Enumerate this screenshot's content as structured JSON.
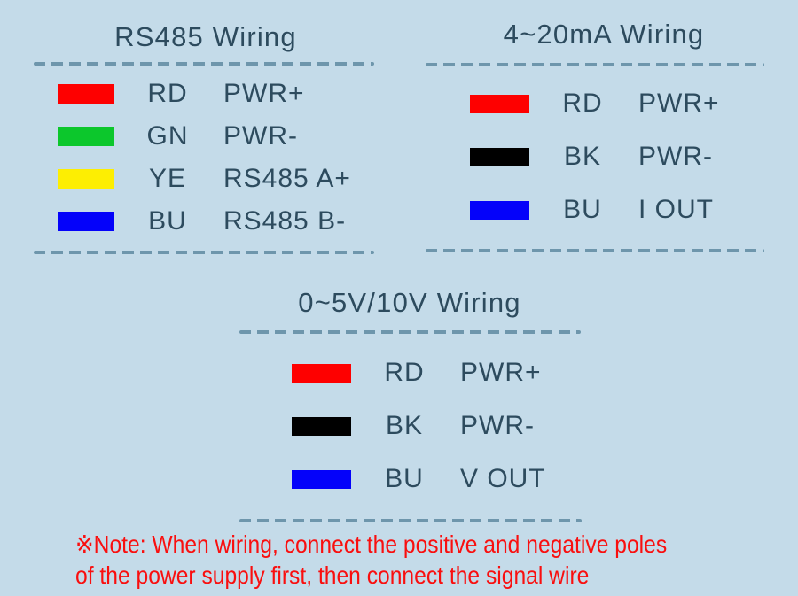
{
  "colors": {
    "background": "#c4dbe9",
    "text": "#2d4b5e",
    "divider": "#6e96ac",
    "note_text": "#f90f0f",
    "wire_red": "#fe0000",
    "wire_green": "#0cc72c",
    "wire_yellow": "#fdee02",
    "wire_blue": "#0402fa",
    "wire_black": "#000000"
  },
  "sections": [
    {
      "title": "RS485 Wiring",
      "rows": [
        {
          "color_name": "red",
          "color": "#fe0000",
          "code": "RD",
          "signal": "PWR+"
        },
        {
          "color_name": "green",
          "color": "#0cc72c",
          "code": "GN",
          "signal": "PWR-"
        },
        {
          "color_name": "yellow",
          "color": "#fdee02",
          "code": "YE",
          "signal": "RS485 A+"
        },
        {
          "color_name": "blue",
          "color": "#0402fa",
          "code": "BU",
          "signal": "RS485 B-"
        }
      ]
    },
    {
      "title": "4~20mA Wiring",
      "rows": [
        {
          "color_name": "red",
          "color": "#fe0000",
          "code": "RD",
          "signal": "PWR+"
        },
        {
          "color_name": "black",
          "color": "#000000",
          "code": "BK",
          "signal": "PWR-"
        },
        {
          "color_name": "blue",
          "color": "#0402fa",
          "code": "BU",
          "signal": "I OUT"
        }
      ]
    },
    {
      "title": "0~5V/10V Wiring",
      "rows": [
        {
          "color_name": "red",
          "color": "#fe0000",
          "code": "RD",
          "signal": "PWR+"
        },
        {
          "color_name": "black",
          "color": "#000000",
          "code": "BK",
          "signal": "PWR-"
        },
        {
          "color_name": "blue",
          "color": "#0402fa",
          "code": "BU",
          "signal": "V OUT"
        }
      ]
    }
  ],
  "note": {
    "line1": "※Note: When wiring, connect the positive and negative poles",
    "line2": "of the power supply first, then connect the signal wire"
  }
}
